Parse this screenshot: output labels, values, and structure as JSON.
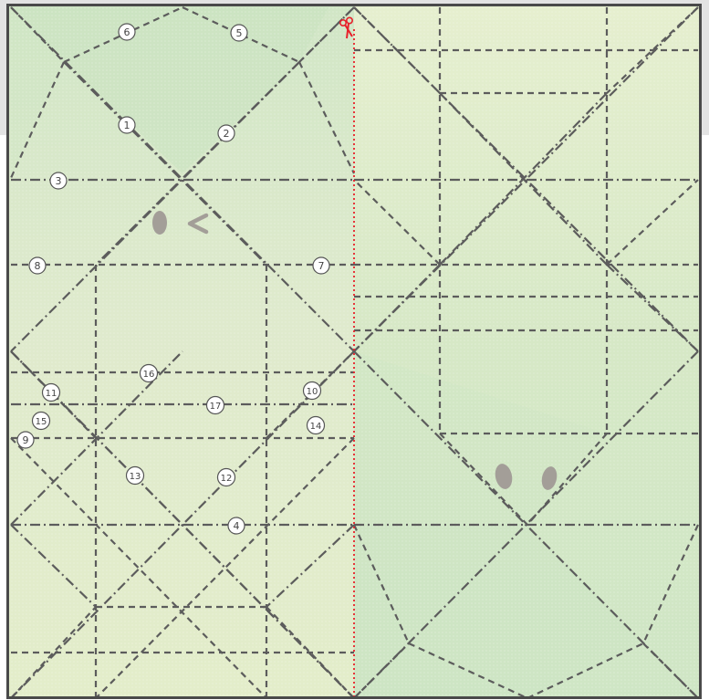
{
  "diagram": {
    "colors": {
      "frame": "#4a4a4a",
      "fold_line": "#5c5c5c",
      "cut_line": "#e8202a",
      "paper_light": "#e6efcf",
      "paper_green": "#cfe6c5",
      "eye": "#a39e98",
      "marker_fill": "#ffffff",
      "marker_text": "#444444"
    },
    "markers": [
      {
        "id": "m6",
        "label": "6"
      },
      {
        "id": "m5",
        "label": "5"
      },
      {
        "id": "m1",
        "label": "1"
      },
      {
        "id": "m2",
        "label": "2"
      },
      {
        "id": "m3",
        "label": "3"
      },
      {
        "id": "m8",
        "label": "8"
      },
      {
        "id": "m7",
        "label": "7"
      },
      {
        "id": "m16",
        "label": "16"
      },
      {
        "id": "m11",
        "label": "11"
      },
      {
        "id": "m10",
        "label": "10"
      },
      {
        "id": "m17",
        "label": "17"
      },
      {
        "id": "m15",
        "label": "15"
      },
      {
        "id": "m14",
        "label": "14"
      },
      {
        "id": "m9",
        "label": "9"
      },
      {
        "id": "m13",
        "label": "13"
      },
      {
        "id": "m12",
        "label": "12"
      },
      {
        "id": "m4",
        "label": "4"
      }
    ],
    "icons": [
      "scissors-icon",
      "eye-icon",
      "arrow-icon"
    ]
  }
}
